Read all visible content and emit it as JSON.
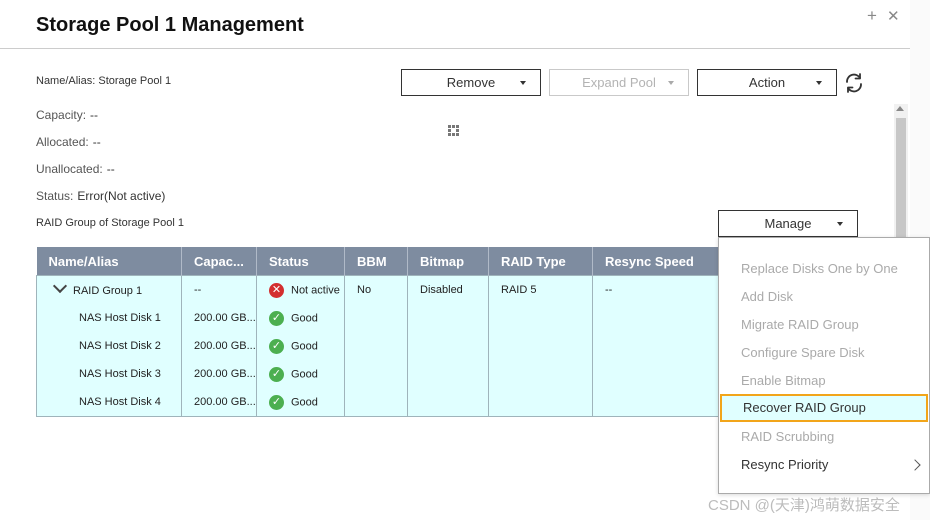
{
  "dialog": {
    "title": "Storage Pool 1 Management",
    "add_glyph": "+",
    "close_glyph": "✕"
  },
  "info": {
    "name_alias": "Name/Alias: Storage Pool 1",
    "capacity_label": "Capacity:",
    "capacity_value": "--",
    "allocated_label": "Allocated:",
    "allocated_value": "--",
    "unallocated_label": "Unallocated:",
    "unallocated_value": "--",
    "status_label": "Status:",
    "status_value": "Error(Not active)",
    "raid_group_heading": "RAID Group of Storage Pool 1"
  },
  "toolbar": {
    "remove_label": "Remove",
    "expand_label": "Expand Pool",
    "action_label": "Action",
    "manage_label": "Manage"
  },
  "table": {
    "columns": [
      "Name/Alias",
      "Capac...",
      "Status",
      "BBM",
      "Bitmap",
      "RAID Type",
      "Resync Speed"
    ],
    "group_row": {
      "name": "RAID Group 1",
      "capacity": "--",
      "status": "Not active",
      "bbm": "No",
      "bitmap": "Disabled",
      "raid_type": "RAID 5",
      "resync": "--"
    },
    "disks": [
      {
        "name": "NAS Host Disk 1",
        "capacity": "200.00 GB...",
        "status": "Good"
      },
      {
        "name": "NAS Host Disk 2",
        "capacity": "200.00 GB...",
        "status": "Good"
      },
      {
        "name": "NAS Host Disk 3",
        "capacity": "200.00 GB...",
        "status": "Good"
      },
      {
        "name": "NAS Host Disk 4",
        "capacity": "200.00 GB...",
        "status": "Good"
      }
    ]
  },
  "manage_menu": {
    "items": [
      {
        "label": "Replace Disks One by One",
        "enabled": false
      },
      {
        "label": "Add Disk",
        "enabled": false
      },
      {
        "label": "Migrate RAID Group",
        "enabled": false
      },
      {
        "label": "Configure Spare Disk",
        "enabled": false
      },
      {
        "label": "Enable Bitmap",
        "enabled": false
      },
      {
        "label": "Recover RAID Group",
        "enabled": true,
        "highlighted": true
      },
      {
        "label": "RAID Scrubbing",
        "enabled": false
      },
      {
        "label": "Resync Priority",
        "enabled": true,
        "submenu": true
      }
    ]
  },
  "watermark": "CSDN @(天津)鸿萌数据安全",
  "colors": {
    "header_bg": "#7e8ca0",
    "row_bg": "#e0ffff",
    "error": "#d0021b",
    "highlight_border": "#f2a51a",
    "ok": "#4caf50",
    "bad": "#d32f2f"
  }
}
